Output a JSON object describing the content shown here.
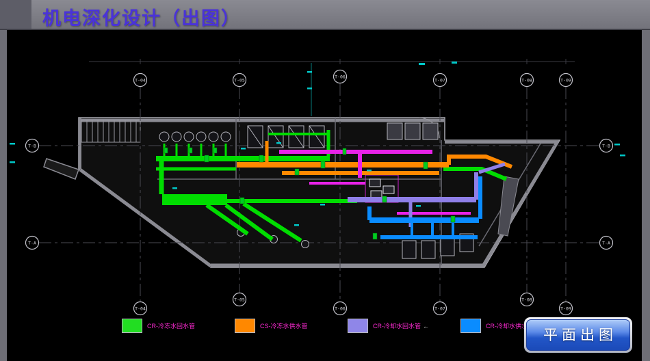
{
  "header": {
    "title": "机电深化设计（出图）",
    "title_color": "#4a33d8"
  },
  "grid": {
    "top": [
      "T-04",
      "T-05",
      "T-06",
      "T-07",
      "T-08",
      "T-09"
    ],
    "bottom": [
      "T-04",
      "T-05",
      "T-06",
      "T-07",
      "T-08",
      "T-09"
    ],
    "left": [
      "T-B",
      "T-A"
    ],
    "right": [
      "T-B",
      "T-A"
    ]
  },
  "colors": {
    "chilled_water_return": "#00dd00",
    "chilled_water_supply": "#ff8800",
    "cooling_water_return": "#8f7fe8",
    "cooling_water_supply": "#0a8cff",
    "condenser_magenta": "#e822e8",
    "valve_green": "#00cc22",
    "dimension_cyan": "#00c8c8",
    "wall_gray": "#8a8a92"
  },
  "legend": {
    "items": [
      {
        "label": "CR-冷冻水回水管",
        "color": "#22dd22"
      },
      {
        "label": "CS-冷冻水供水管",
        "color": "#ff8800"
      },
      {
        "label": "CR-冷却水回水管",
        "color": "#8f86e8"
      },
      {
        "label": "CR-冷却水供水管",
        "color": "#0a8cff"
      }
    ],
    "label_color": "#ff2ad4",
    "note": "←"
  },
  "footer": {
    "button_label": "平面出图"
  }
}
